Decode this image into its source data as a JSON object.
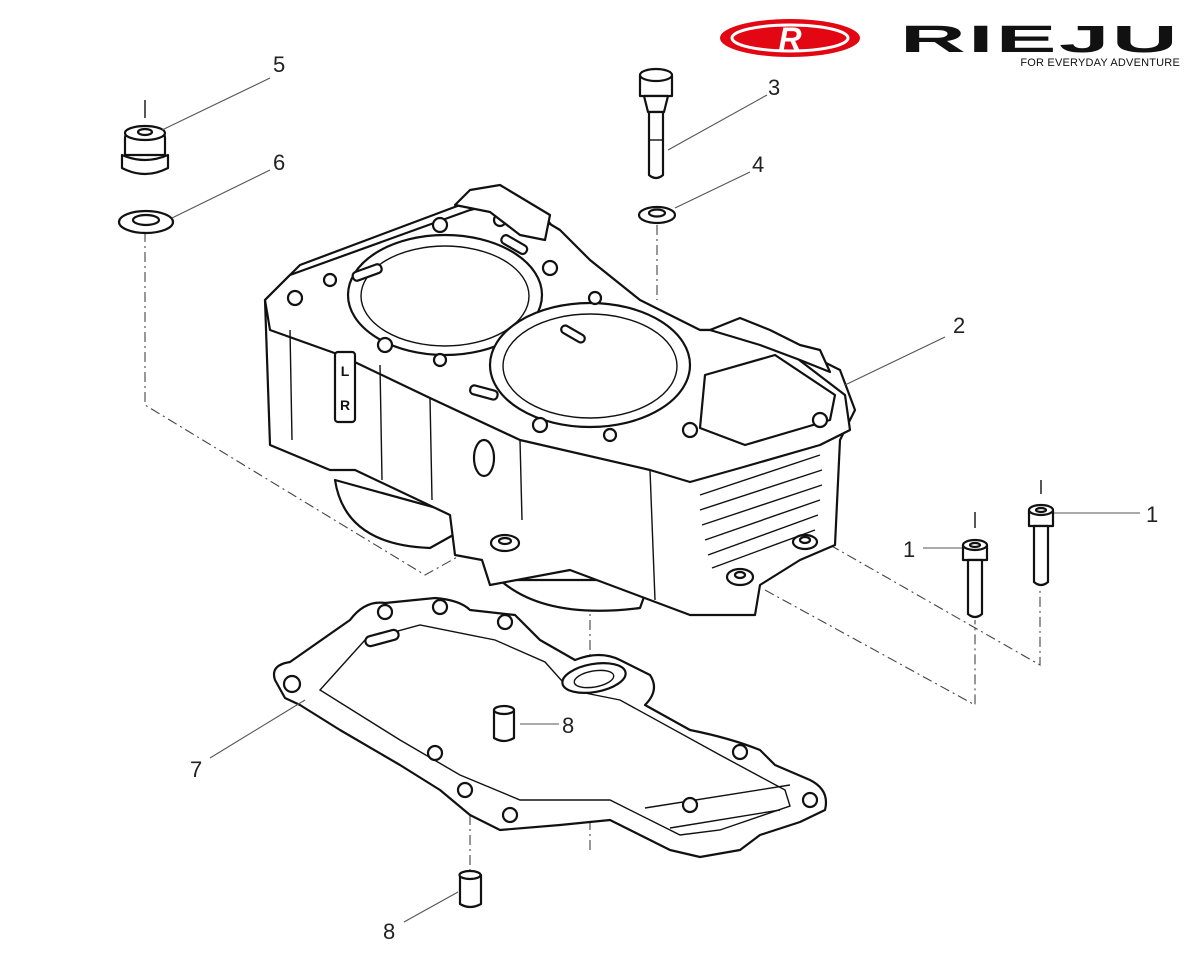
{
  "brand": {
    "name": "RIEJU",
    "tagline": "FOR EVERYDAY ADVENTURE",
    "logo_letter": "R",
    "color": "#e30613"
  },
  "callouts": [
    {
      "id": "c1a",
      "label": "1"
    },
    {
      "id": "c1b",
      "label": "1"
    },
    {
      "id": "c2",
      "label": "2"
    },
    {
      "id": "c3",
      "label": "3"
    },
    {
      "id": "c4",
      "label": "4"
    },
    {
      "id": "c5",
      "label": "5"
    },
    {
      "id": "c6",
      "label": "6"
    },
    {
      "id": "c7",
      "label": "7"
    },
    {
      "id": "c8a",
      "label": "8"
    },
    {
      "id": "c8b",
      "label": "8"
    }
  ],
  "cylinder_marks": {
    "left": "L",
    "right": "R"
  }
}
